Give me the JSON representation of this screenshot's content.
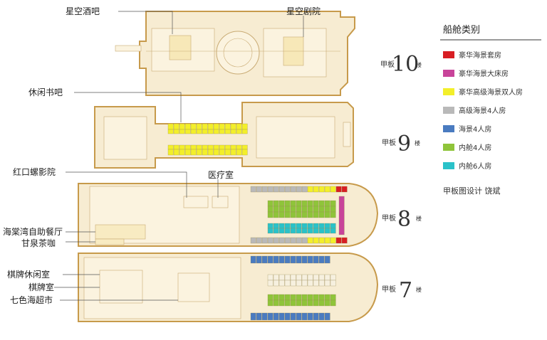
{
  "legend": {
    "title": "船舱类别",
    "items": [
      {
        "label": "豪华海景套房",
        "color": "#d81e23"
      },
      {
        "label": "豪华海景大床房",
        "color": "#c8449a"
      },
      {
        "label": "豪华高级海景双人房",
        "color": "#f3ef2a"
      },
      {
        "label": "高级海景4人房",
        "color": "#b9b9b9"
      },
      {
        "label": "海景4人房",
        "color": "#4a7bc0"
      },
      {
        "label": "内舱4人房",
        "color": "#8fc43a"
      },
      {
        "label": "内舱6人房",
        "color": "#2ac2c9"
      }
    ]
  },
  "credit": "甲板图设计  饶斌",
  "decks": [
    {
      "word": "甲板",
      "number": "10",
      "suffix": "楼"
    },
    {
      "word": "甲板",
      "number": "9",
      "suffix": "楼"
    },
    {
      "word": "甲板",
      "number": "8",
      "suffix": "楼"
    },
    {
      "word": "甲板",
      "number": "7",
      "suffix": "楼"
    }
  ],
  "callouts": {
    "star_bar": "星空酒吧",
    "star_theater": "星空剧院",
    "book_bar": "休闲书吧",
    "cinema": "红口螺影院",
    "clinic": "医疗室",
    "buffet": "海棠湾自助餐厅",
    "cafe": "甘泉茶咖",
    "chess_lounge": "棋牌休闲室",
    "chess_room": "棋牌室",
    "market": "七色海超市"
  }
}
